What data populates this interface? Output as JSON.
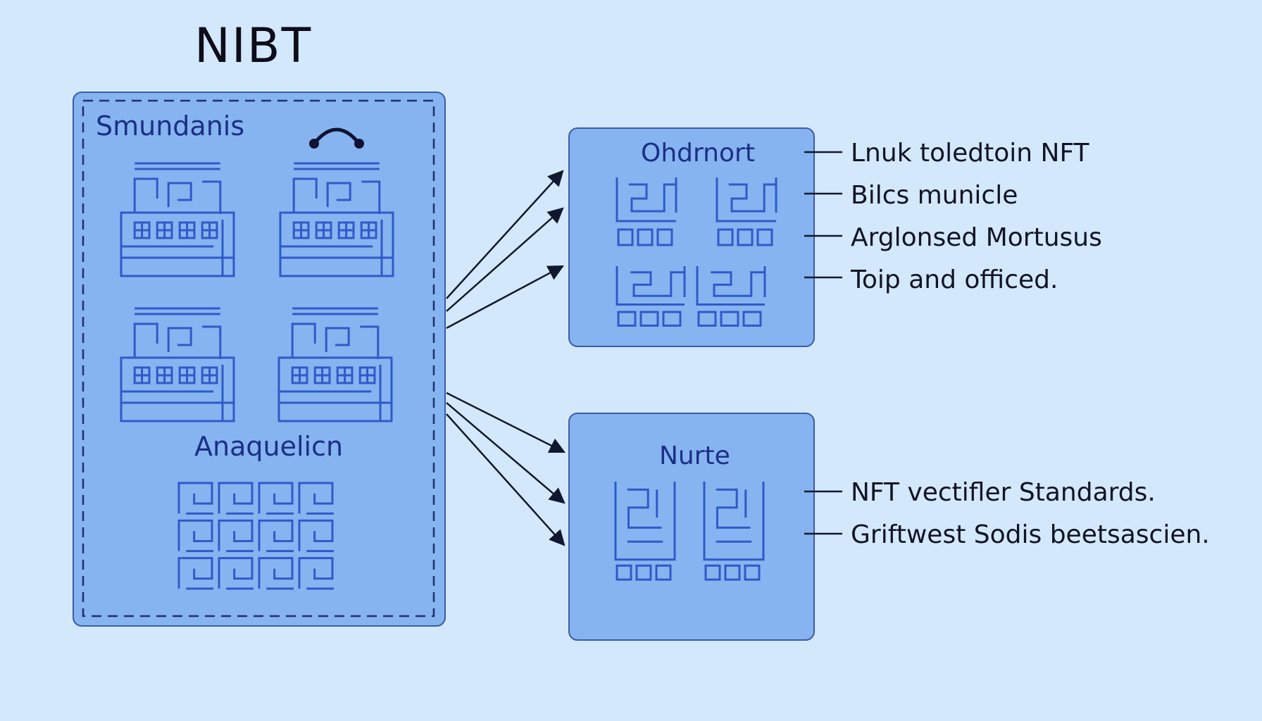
{
  "title": "NIBT",
  "left_panel": {
    "top_label": "Smundanis",
    "bottom_label": "Anaquelicn"
  },
  "box_upper": {
    "label": "Ohdrnort",
    "notes": [
      "Lnuk toledtoin NFT",
      "Bilcs municle",
      "Arglonsed Mortusus",
      "Toip and officed."
    ]
  },
  "box_lower": {
    "label": "Nurte",
    "notes": [
      "NFT vectifler Standards.",
      "Griftwest Sodis beetsascien."
    ]
  },
  "colors": {
    "background": "#d4e8fb",
    "panel_fill": "#86b4f0",
    "ink": "#1b2f86",
    "pattern": "#2f5ac9"
  }
}
